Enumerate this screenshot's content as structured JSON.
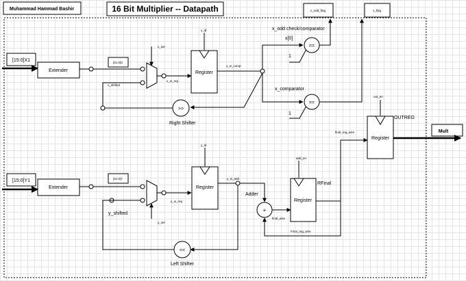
{
  "header": {
    "author": "Muhammad Hammad Bashir",
    "title": "16 Bit Multiplier -- Datapath"
  },
  "outputs": {
    "x_odd_flag": "x_odd_flag",
    "x_flag": "x_flag",
    "mult": "Mult"
  },
  "x_path": {
    "input": "[15:0]X1",
    "extender": "Extender",
    "ext_out": "[31:0]X",
    "mux_sel": "x_sel",
    "shifted": "x_shifted",
    "mux_out": "x_w_reg",
    "reg_ld": "x_ld",
    "register": "Register",
    "reg_out": "x_w_comp",
    "shifter_symbol": ">>",
    "shifter": "Right Shifter",
    "odd_cmp_label": "x_odd check/comparator",
    "odd_bit": "x[0]",
    "one_a": "1",
    "cmp_label": "x_comparator",
    "one_b": "1",
    "eq_symbol_a": "==",
    "eq_symbol_b": "=="
  },
  "y_path": {
    "input": "[15:0]Y1",
    "extender": "Extender",
    "ext_out": "[31:0]Y",
    "mux_sel": "y_sel",
    "shifted": "y_shifted",
    "mux_out": "y_w_reg",
    "reg_ld": "y_ld",
    "register": "Register",
    "reg_out": "y_w_add",
    "shifter_symbol": "<<",
    "shifter": "Left Shifter"
  },
  "accumulator": {
    "adder": "Adder",
    "adder_symbol": "+",
    "adder_out": "final_wire",
    "add_en": "add_en",
    "register": "Register",
    "reg_name": "RFinal",
    "feedback": "Final_reg_wire"
  },
  "out_register": {
    "out_en": "out_en",
    "name": "OUTREG",
    "register": "Register",
    "in_wire": "final_reg_wire"
  }
}
